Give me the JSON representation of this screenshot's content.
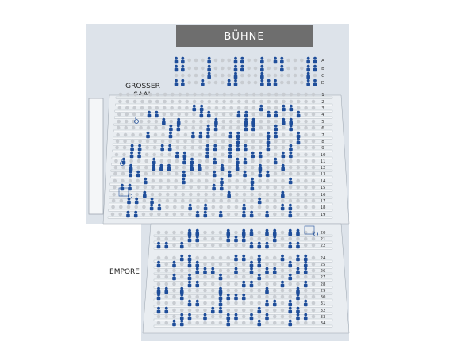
{
  "stage": {
    "label": "BÜHNE"
  },
  "sections": {
    "grosser_saal_line1": "GROSSER",
    "grosser_saal_line2": "SAAL",
    "empore": "EMPORE"
  },
  "colors": {
    "background": "#dde3ea",
    "stage": "#6e6e6e",
    "seat_free": "#c8ccd1",
    "seat_taken": "#1f4e9a",
    "step": "#f4f6f8",
    "step_edge": "#9aa3ad",
    "wheelchair": "#1f4e9a"
  },
  "icons": {
    "wheelchair": "wheelchair-icon",
    "person": "person-icon"
  },
  "rows": [
    {
      "label": "A",
      "seats": 15,
      "taken": [
        0,
        1,
        5,
        9,
        10,
        13,
        15,
        16,
        20,
        21
      ]
    },
    {
      "label": "B",
      "seats": 15,
      "taken": [
        0,
        1,
        5,
        9,
        10,
        13,
        16,
        20,
        21
      ]
    },
    {
      "label": "C",
      "seats": 15,
      "taken": [
        5,
        9,
        13,
        20
      ]
    },
    {
      "label": "D",
      "seats": 15,
      "taken": [
        0,
        1,
        4,
        8,
        9,
        13,
        14,
        15,
        20,
        21
      ]
    },
    {
      "label": "1",
      "seats": 25,
      "taken": []
    },
    {
      "label": "2",
      "seats": 25,
      "taken": []
    },
    {
      "label": "3",
      "seats": 25,
      "taken": [
        10,
        11,
        19,
        22,
        23
      ]
    },
    {
      "label": "4",
      "seats": 25,
      "taken": [
        4,
        5,
        11,
        12,
        16,
        17,
        20,
        21,
        24
      ]
    },
    {
      "label": "5",
      "seats": 25,
      "taken": [
        6,
        8,
        13,
        17,
        18,
        22,
        23
      ]
    },
    {
      "label": "6",
      "seats": 25,
      "taken": [
        7,
        8,
        12,
        13,
        17,
        18,
        21,
        23
      ]
    },
    {
      "label": "7",
      "seats": 25,
      "taken": [
        4,
        7,
        10,
        11,
        12,
        15,
        16,
        20,
        21,
        24
      ]
    },
    {
      "label": "8",
      "seats": 25,
      "taken": [
        16,
        20,
        24
      ]
    },
    {
      "label": "9",
      "seats": 25,
      "taken": [
        2,
        3,
        6,
        7,
        12,
        13,
        15,
        16,
        17,
        20,
        23
      ]
    },
    {
      "label": "10",
      "seats": 25,
      "taken": [
        2,
        3,
        8,
        9,
        12,
        15,
        18,
        19,
        22,
        23
      ]
    },
    {
      "label": "11",
      "seats": 25,
      "taken": [
        1,
        5,
        9,
        10,
        13,
        16,
        17,
        21
      ]
    },
    {
      "label": "12",
      "seats": 25,
      "taken": [
        2,
        5,
        6,
        7,
        10,
        11,
        14,
        16,
        19,
        22
      ]
    },
    {
      "label": "13",
      "seats": 25,
      "taken": [
        2,
        3,
        9,
        13,
        15,
        17,
        19,
        20
      ]
    },
    {
      "label": "14",
      "seats": 25,
      "taken": [
        4,
        9,
        14,
        18,
        23
      ]
    },
    {
      "label": "15",
      "seats": 25,
      "taken": [
        1,
        2,
        13,
        14,
        18
      ]
    },
    {
      "label": "16",
      "seats": 25,
      "taken": [
        4,
        15,
        22
      ]
    },
    {
      "label": "17",
      "seats": 25,
      "taken": [
        2,
        3,
        5,
        19
      ]
    },
    {
      "label": "18",
      "seats": 25,
      "taken": [
        5,
        6,
        10,
        12,
        17,
        22,
        23
      ]
    },
    {
      "label": "19",
      "seats": 25,
      "taken": [
        2,
        3,
        11,
        12,
        14,
        17,
        18,
        20,
        23
      ]
    },
    {
      "label": "20",
      "seats": 20,
      "taken": [
        4,
        5,
        9,
        11,
        12,
        14,
        15,
        17,
        18
      ]
    },
    {
      "label": "21",
      "seats": 20,
      "taken": [
        4,
        5,
        9,
        10,
        11,
        15
      ]
    },
    {
      "label": "22",
      "seats": 20,
      "taken": [
        0,
        1,
        3,
        12,
        13,
        14,
        17,
        18
      ]
    },
    {
      "label": "24",
      "seats": 20,
      "taken": [
        3,
        4,
        10,
        11,
        13,
        16,
        18,
        19
      ]
    },
    {
      "label": "25",
      "seats": 20,
      "taken": [
        0,
        2,
        4,
        5,
        12,
        13,
        17,
        19
      ]
    },
    {
      "label": "26",
      "seats": 20,
      "taken": [
        5,
        6,
        7,
        10,
        12,
        14,
        15,
        18,
        19
      ]
    },
    {
      "label": "27",
      "seats": 20,
      "taken": [
        2,
        4,
        8,
        13,
        17
      ]
    },
    {
      "label": "28",
      "seats": 20,
      "taken": [
        4,
        5,
        11,
        12,
        16,
        19
      ]
    },
    {
      "label": "29",
      "seats": 20,
      "taken": [
        0,
        1,
        3,
        8,
        14,
        18
      ]
    },
    {
      "label": "30",
      "seats": 20,
      "taken": [
        0,
        3,
        8,
        9,
        10,
        11,
        18
      ]
    },
    {
      "label": "31",
      "seats": 20,
      "taken": [
        4,
        5,
        8,
        14,
        15,
        17,
        19
      ]
    },
    {
      "label": "32",
      "seats": 20,
      "taken": [
        0,
        1,
        7,
        8,
        13,
        17,
        18
      ]
    },
    {
      "label": "33",
      "seats": 20,
      "taken": [
        3,
        4,
        6,
        9,
        10,
        12,
        14,
        18,
        19
      ]
    },
    {
      "label": "34",
      "seats": 20,
      "taken": [
        2,
        3,
        9,
        13,
        17
      ]
    }
  ]
}
